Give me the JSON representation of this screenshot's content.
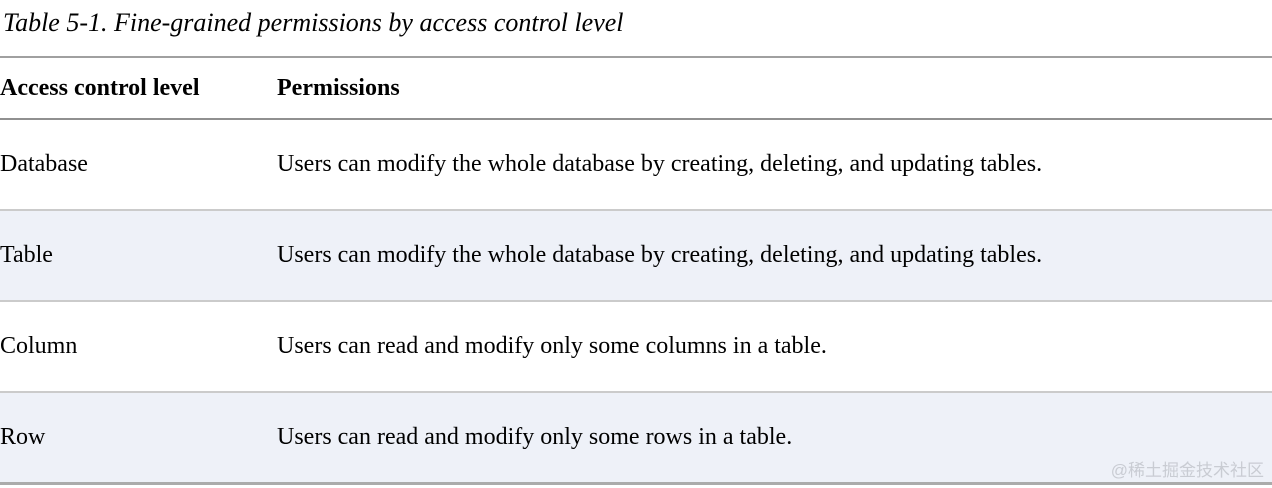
{
  "caption": "Table 5-1. Fine-grained permissions by access control level",
  "table": {
    "headers": [
      "Access control level",
      "Permissions"
    ],
    "rows": [
      {
        "level": "Database",
        "permissions": "Users can modify the whole database by creating, deleting, and updating tables."
      },
      {
        "level": "Table",
        "permissions": "Users can modify the whole database by creating, deleting, and updating tables."
      },
      {
        "level": "Column",
        "permissions": "Users can read and modify only some columns in a table."
      },
      {
        "level": "Row",
        "permissions": "Users can read and modify only some rows in a table."
      }
    ]
  },
  "watermark": "@稀土掘金技术社区",
  "colors": {
    "row_alt_background": "#eef1f8",
    "heavy_rule": "#a0a0a0",
    "header_rule": "#909090",
    "light_rule": "#cbcbcb",
    "bottom_rule": "#ababab",
    "text": "#000000",
    "watermark": "#c9ccd3"
  }
}
